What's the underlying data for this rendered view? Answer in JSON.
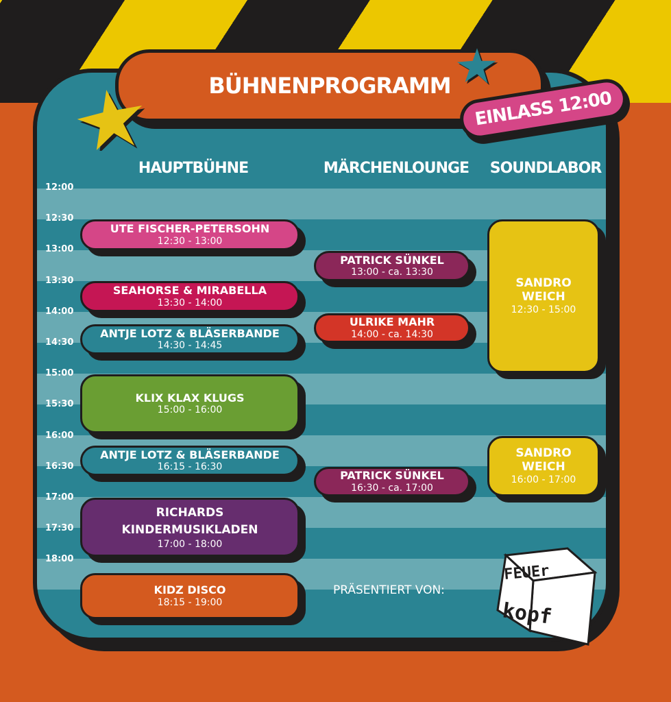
{
  "header": {
    "title": "BÜHNENPROGRAMM",
    "einlass": "EINLASS 12:00"
  },
  "stages": [
    "HAUPTBÜHNE",
    "MÄRCHENLOUNGE",
    "SOUNDLABOR"
  ],
  "times": [
    "12:00",
    "12:30",
    "13:00",
    "13:30",
    "14:00",
    "14:30",
    "15:00",
    "15:30",
    "16:00",
    "16:30",
    "17:00",
    "17:30",
    "18:00"
  ],
  "events": {
    "haupt": [
      {
        "name": "UTE FISCHER-PETERSOHN",
        "time": "12:30 - 13:00",
        "color": "#d54687"
      },
      {
        "name": "SEAHORSE & MIRABELLA",
        "time": "13:30 - 14:00",
        "color": "#c51654"
      },
      {
        "name": "ANTJE LOTZ & BLÄSERBANDE",
        "time": "14:30 - 14:45",
        "color": "#2a8493"
      },
      {
        "name": "KLIX KLAX KLUGS",
        "time": "15:00 - 16:00",
        "color": "#6a9e33"
      },
      {
        "name": "ANTJE LOTZ & BLÄSERBANDE",
        "time": "16:15 - 16:30",
        "color": "#2a8493"
      },
      {
        "name": "RICHARDS KINDERMUSIKLADEN",
        "time": "17:00 - 18:00",
        "color": "#662d6e"
      },
      {
        "name": "KIDZ DISCO",
        "time": "18:15 - 19:00",
        "color": "#d45a1f"
      }
    ],
    "maerchen": [
      {
        "name": "PATRICK SÜNKEL",
        "time": "13:00 - ca. 13:30",
        "color": "#8b2759"
      },
      {
        "name": "ULRIKE MAHR",
        "time": "14:00 - ca. 14:30",
        "color": "#d33527"
      },
      {
        "name": "PATRICK SÜNKEL",
        "time": "16:30 - ca. 17:00",
        "color": "#8b2759"
      }
    ],
    "sound": [
      {
        "name": "SANDRO WEICH",
        "time": "12:30 - 15:00",
        "color": "#e6c314"
      },
      {
        "name": "SANDRO WEICH",
        "time": "16:00 - 17:00",
        "color": "#e6c314"
      }
    ]
  },
  "sponsor": {
    "label": "PRÄSENTIERT VON:",
    "logo_text": "FEUER KOPF"
  }
}
